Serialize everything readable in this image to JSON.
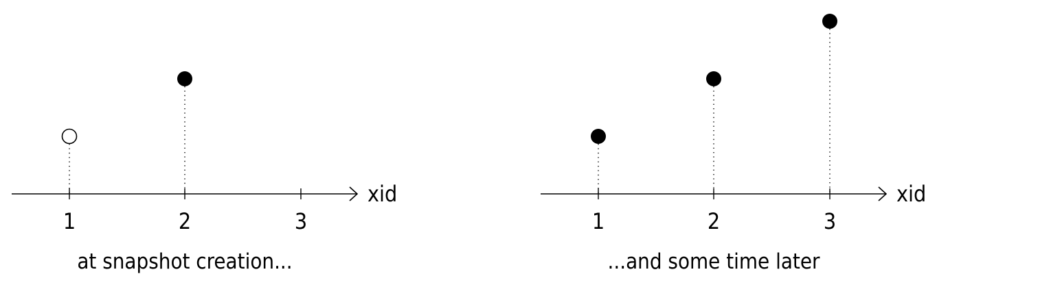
{
  "panels": [
    {
      "caption": "at snapshot creation...",
      "axis_label": "xid",
      "ticks": [
        "1",
        "2",
        "3"
      ],
      "points": [
        {
          "xid": 1,
          "level": 1,
          "filled": false
        },
        {
          "xid": 2,
          "level": 2,
          "filled": true
        }
      ]
    },
    {
      "caption": "...and some time later",
      "axis_label": "xid",
      "ticks": [
        "1",
        "2",
        "3"
      ],
      "points": [
        {
          "xid": 1,
          "level": 1,
          "filled": true
        },
        {
          "xid": 2,
          "level": 2,
          "filled": true
        },
        {
          "xid": 3,
          "level": 3,
          "filled": true
        }
      ]
    }
  ],
  "colors": {
    "ink": "#000000",
    "background": "#ffffff"
  }
}
